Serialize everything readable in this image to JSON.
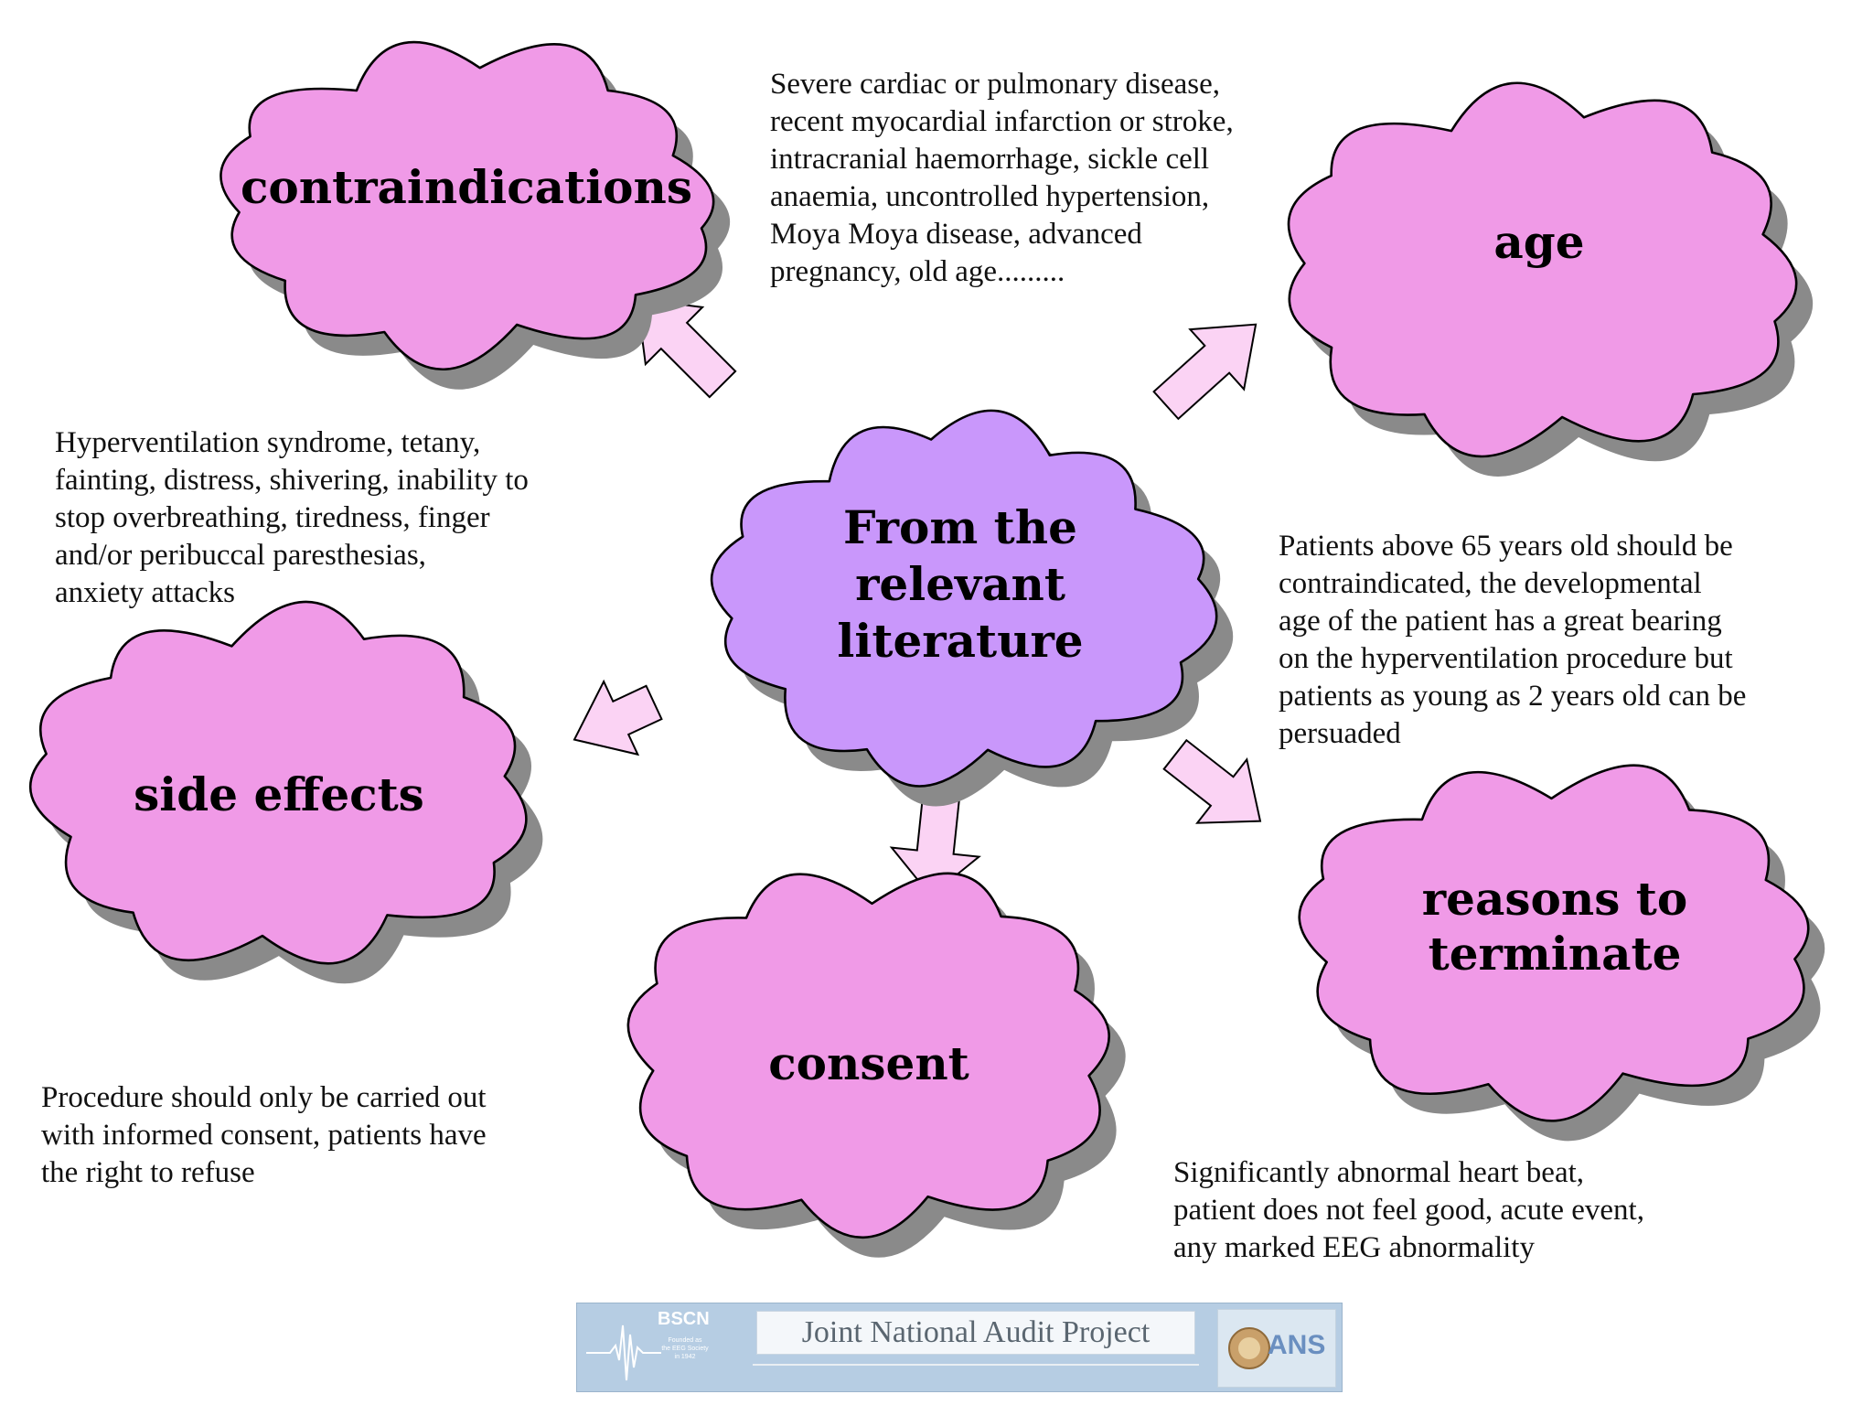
{
  "center": {
    "lines": [
      "From the",
      "relevant",
      "literature"
    ]
  },
  "clouds": {
    "contraindications": {
      "lines": [
        "contraindications"
      ]
    },
    "age": {
      "lines": [
        "age"
      ]
    },
    "side_effects": {
      "lines": [
        "side effects"
      ]
    },
    "consent": {
      "lines": [
        "consent"
      ]
    },
    "reasons_to_terminate": {
      "lines": [
        "reasons to",
        "terminate"
      ]
    }
  },
  "descriptions": {
    "contraindications": "Severe cardiac or pulmonary disease,\nrecent myocardial infarction or stroke,\nintracranial haemorrhage, sickle cell\nanaemia, uncontrolled hypertension,\nMoya Moya disease, advanced\npregnancy, old age.........",
    "side_effects": "Hyperventilation syndrome, tetany,\nfainting, distress, shivering, inability to\nstop overbreathing, tiredness, finger\nand/or peribuccal paresthesias,\nanxiety attacks",
    "age": "Patients above 65 years old should be\ncontraindicated, the developmental\nage of the patient has a great bearing\non the hyperventilation procedure but\npatients as young as 2 years old can be\npersuaded",
    "consent": "Procedure should only be carried out\nwith informed consent, patients have\nthe right to refuse",
    "reasons_to_terminate": "Significantly abnormal heart beat,\npatient does not feel good, acute event,\nany marked EEG abnormality"
  },
  "footer": {
    "bscn_label": "BSCN",
    "bscn_subtext": "Founded as\nthe EEG Society\nin 1942",
    "project_title": "Joint National Audit Project",
    "ans_label": "ANS"
  },
  "colors": {
    "cloud_fill": "#f09ae7",
    "center_fill": "#c997fb",
    "arrow_fill": "#fbd3f4",
    "shadow": "#8a8a8a",
    "footer_bg": "#b6cde3"
  }
}
